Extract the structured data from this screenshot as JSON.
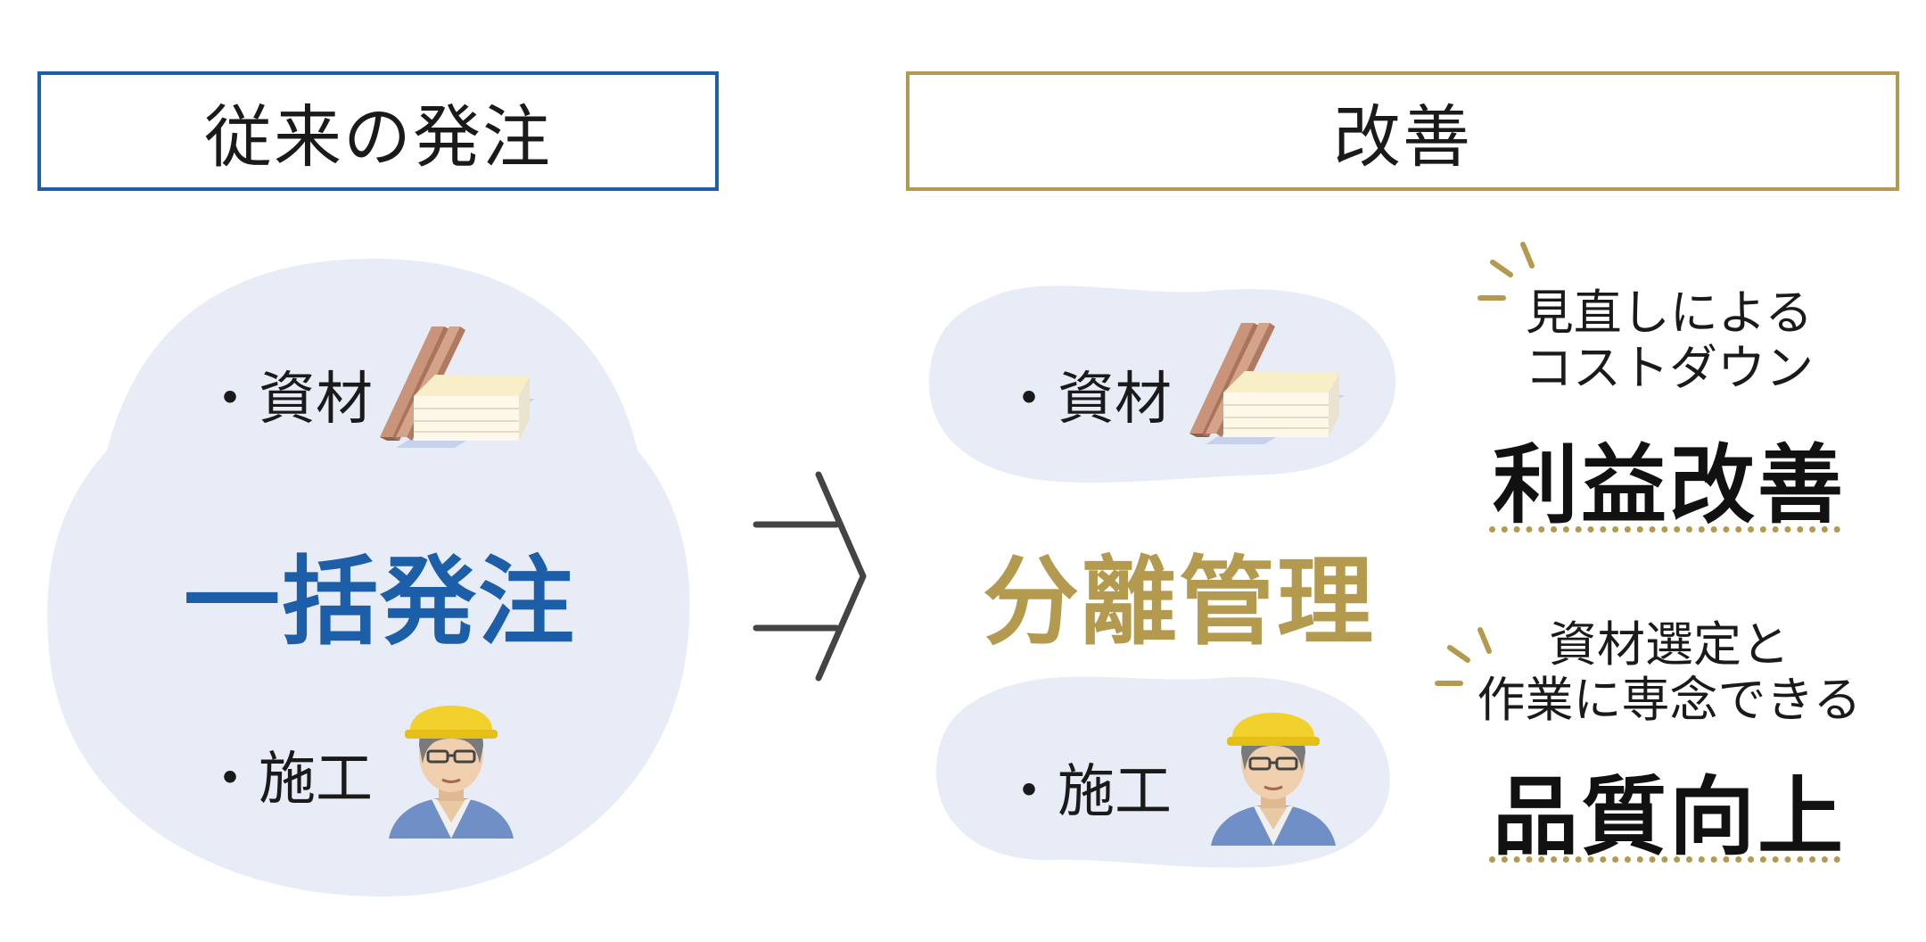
{
  "left": {
    "header": "従来の発注",
    "item_materials": "・資材",
    "item_construction": "・施工",
    "main_label": "一括発注"
  },
  "right": {
    "header": "改善",
    "item_materials": "・資材",
    "item_construction": "・施工",
    "main_label": "分離管理",
    "benefit1": {
      "line1": "見直しによる",
      "line2": "コストダウン",
      "result": "利益改善"
    },
    "benefit2": {
      "line1": "資材選定と",
      "line2": "作業に専念できる",
      "result": "品質向上"
    }
  },
  "colors": {
    "blue": "#1c5fa8",
    "gold": "#b49a4e",
    "blob": "#e8ecf6"
  },
  "icons": [
    "lumber-icon",
    "worker-icon",
    "arrow-icon",
    "sparkle-icon"
  ]
}
